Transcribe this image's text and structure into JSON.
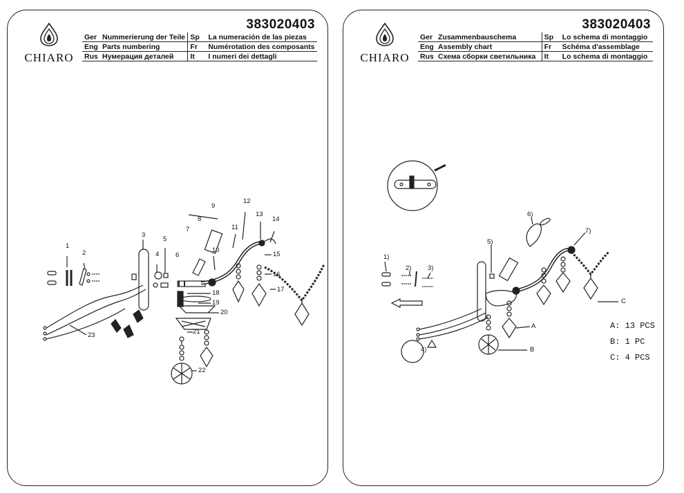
{
  "left": {
    "brand": "CHIARO",
    "code": "383020403",
    "languages": [
      {
        "code": "Ger",
        "text": "Nummerierung der Teile"
      },
      {
        "code": "Sp",
        "text": "La numeración de las piezas"
      },
      {
        "code": "Eng",
        "text": "Parts numbering"
      },
      {
        "code": "Fr",
        "text": "Numérotation des composants"
      },
      {
        "code": "Rus",
        "text": "Нумерация деталей"
      },
      {
        "code": "It",
        "text": "I numeri dei dettagli"
      }
    ],
    "part_numbers": [
      "1",
      "2",
      "3",
      "4",
      "5",
      "6",
      "7",
      "8",
      "9",
      "10",
      "11",
      "12",
      "13",
      "14",
      "15",
      "16",
      "17",
      "18",
      "19",
      "20",
      "21",
      "22",
      "23"
    ]
  },
  "right": {
    "brand": "CHIARO",
    "code": "383020403",
    "languages": [
      {
        "code": "Ger",
        "text": "Zusammenbauschema"
      },
      {
        "code": "Sp",
        "text": "Lo schema di montaggio"
      },
      {
        "code": "Eng",
        "text": "Assembly chart"
      },
      {
        "code": "Fr",
        "text": "Schéma d'assemblage"
      },
      {
        "code": "Rus",
        "text": "Схема сборки светильника"
      },
      {
        "code": "It",
        "text": "Lo schema di montaggio"
      }
    ],
    "steps": [
      "1)",
      "2)",
      "3)",
      "4)",
      "5)",
      "6)",
      "7)"
    ],
    "letters": [
      "A",
      "B",
      "C"
    ],
    "quantities": [
      "A: 13 PCS",
      "B: 1 PC",
      "C: 4 PCS"
    ]
  }
}
